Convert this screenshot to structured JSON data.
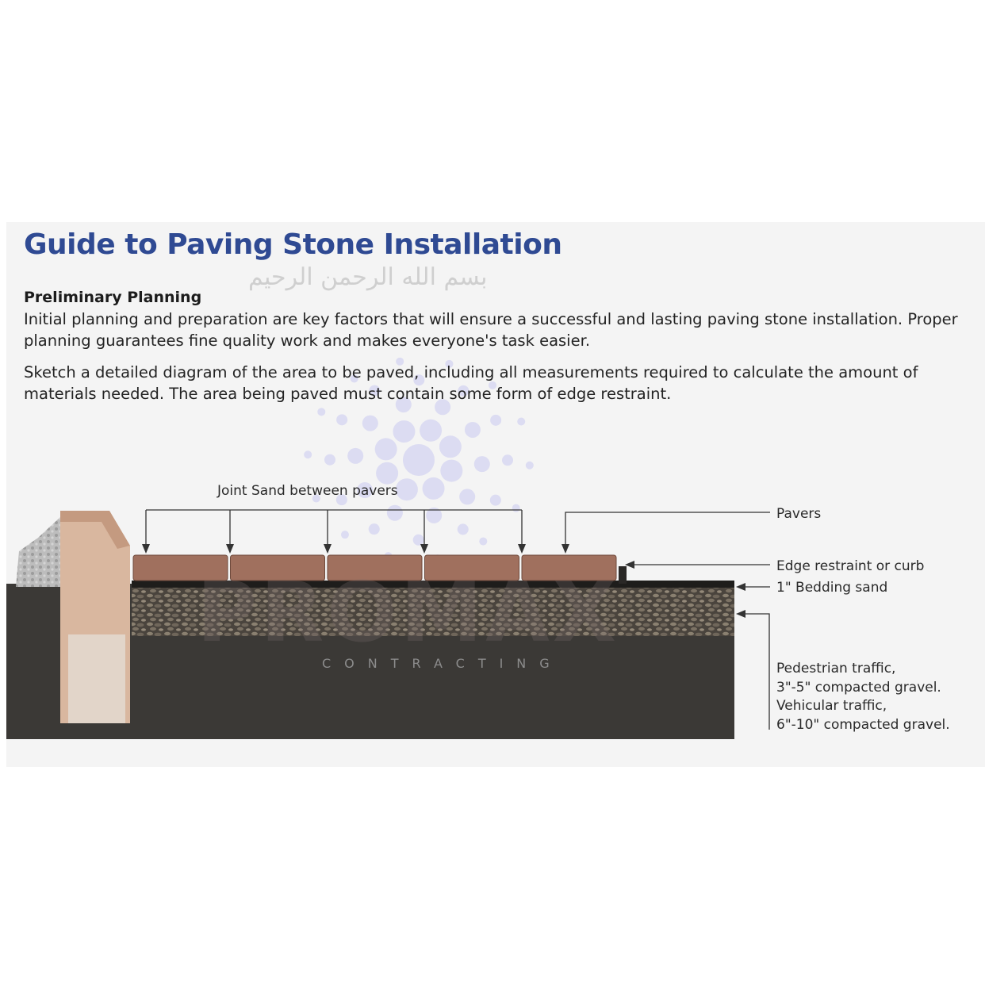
{
  "title": "Guide to Paving Stone Installation",
  "watermark_text": "بسم الله الرحمن الرحيم",
  "watermark_logo": {
    "name": "PROMAX",
    "tagline": "CONTRACTING"
  },
  "section": {
    "heading": "Preliminary Planning",
    "paragraphs": [
      "Initial planning and preparation are key factors that will ensure a successful and lasting paving stone installation. Proper planning guarantees fine quality work and makes everyone's task easier.",
      "Sketch a detailed diagram of the area to be paved, including all measurements required to calculate the amount of materials needed. The area being paved must contain some form of edge restraint."
    ]
  },
  "diagram": {
    "labels": {
      "joint_sand": "Joint Sand between pavers",
      "pavers": "Pavers",
      "edge_restraint": "Edge restraint or curb",
      "bedding_sand": "1\" Bedding sand",
      "gravel_line_1": "Pedestrian traffic,",
      "gravel_line_2": "3\"-5\" compacted gravel.",
      "gravel_line_3": "Vehicular traffic,",
      "gravel_line_4": "6\"-10\" compacted gravel."
    },
    "paver_count": 5,
    "colors": {
      "title": "#2f4a93",
      "soil": "#3b3936",
      "wall": "#d9b79f",
      "paver": "#a0705e",
      "gravel": "#5b544c",
      "watermark_dots": "#c8c8f0"
    }
  }
}
